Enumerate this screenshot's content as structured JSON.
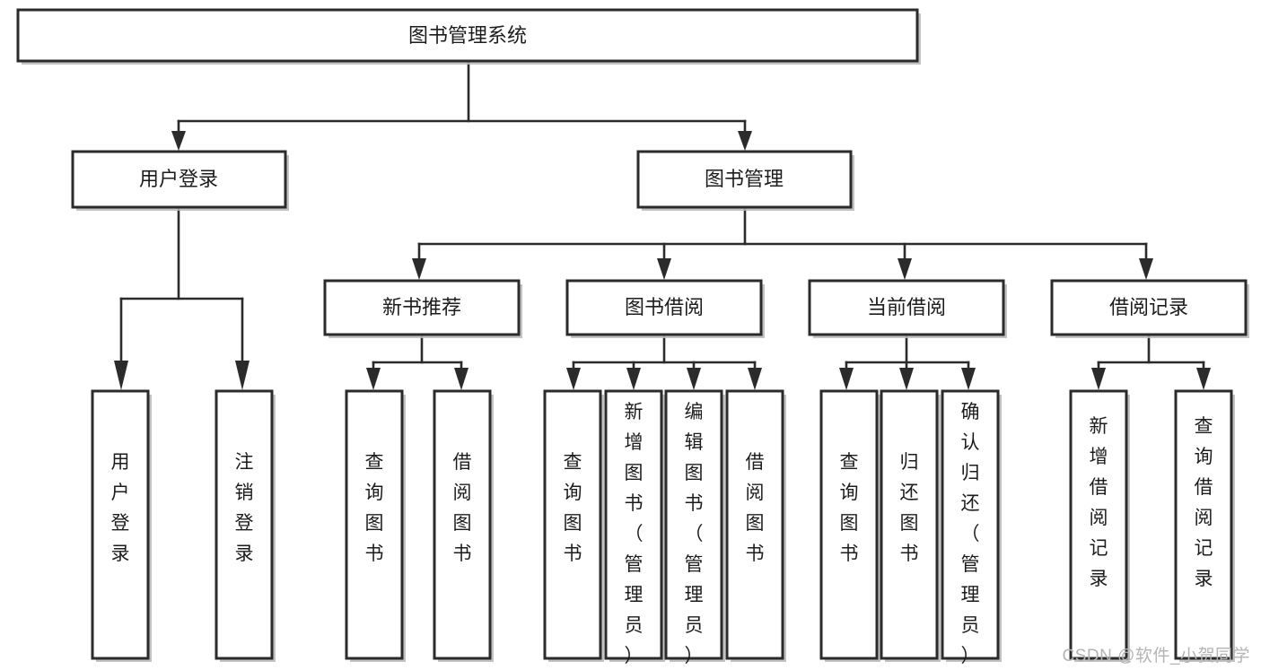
{
  "diagram": {
    "title": "图书管理系统",
    "type": "tree",
    "root": {
      "id": "root",
      "label": "图书管理系统",
      "orientation": "horizontal"
    },
    "level2": [
      {
        "id": "user-login",
        "label": "用户登录",
        "orientation": "horizontal"
      },
      {
        "id": "book-management",
        "label": "图书管理",
        "orientation": "horizontal"
      }
    ],
    "level3": [
      {
        "id": "new-book-recommend",
        "label": "新书推荐",
        "parent": "book-management",
        "orientation": "horizontal"
      },
      {
        "id": "book-borrow",
        "label": "图书借阅",
        "parent": "book-management",
        "orientation": "horizontal"
      },
      {
        "id": "current-borrow",
        "label": "当前借阅",
        "parent": "book-management",
        "orientation": "horizontal"
      },
      {
        "id": "borrow-record",
        "label": "借阅记录",
        "parent": "book-management",
        "orientation": "horizontal"
      }
    ],
    "leaves": [
      {
        "id": "leaf-user-login",
        "label": "用户登录",
        "parent": "user-login",
        "orientation": "vertical"
      },
      {
        "id": "leaf-user-logout",
        "label": "注销登录",
        "parent": "user-login",
        "orientation": "vertical"
      },
      {
        "id": "leaf-query-book-1",
        "label": "查询图书",
        "parent": "new-book-recommend",
        "orientation": "vertical"
      },
      {
        "id": "leaf-borrow-book-1",
        "label": "借阅图书",
        "parent": "new-book-recommend",
        "orientation": "vertical"
      },
      {
        "id": "leaf-query-book-2",
        "label": "查询图书",
        "parent": "book-borrow",
        "orientation": "vertical"
      },
      {
        "id": "leaf-add-book",
        "label": "新增图书（管理员）",
        "parent": "book-borrow",
        "orientation": "vertical"
      },
      {
        "id": "leaf-edit-book",
        "label": "编辑图书（管理员）",
        "parent": "book-borrow",
        "orientation": "vertical"
      },
      {
        "id": "leaf-borrow-book-2",
        "label": "借阅图书",
        "parent": "book-borrow",
        "orientation": "vertical"
      },
      {
        "id": "leaf-query-book-3",
        "label": "查询图书",
        "parent": "current-borrow",
        "orientation": "vertical"
      },
      {
        "id": "leaf-return-book",
        "label": "归还图书",
        "parent": "current-borrow",
        "orientation": "vertical"
      },
      {
        "id": "leaf-confirm-return",
        "label": "确认归还（管理员）",
        "parent": "current-borrow",
        "orientation": "vertical"
      },
      {
        "id": "leaf-add-borrow-record",
        "label": "新增借阅记录",
        "parent": "borrow-record",
        "orientation": "vertical"
      },
      {
        "id": "leaf-query-borrow-record",
        "label": "查询借阅记录",
        "parent": "borrow-record",
        "orientation": "vertical"
      }
    ]
  },
  "watermark": {
    "text": "CSDN @软件_小贺同学"
  },
  "colors": {
    "box_border": "#2b2b2b",
    "box_fill": "#ffffff",
    "line": "#2b2b2b",
    "text": "#1c1c1c",
    "watermark": "#b4b4b4",
    "background": "#ffffff"
  }
}
